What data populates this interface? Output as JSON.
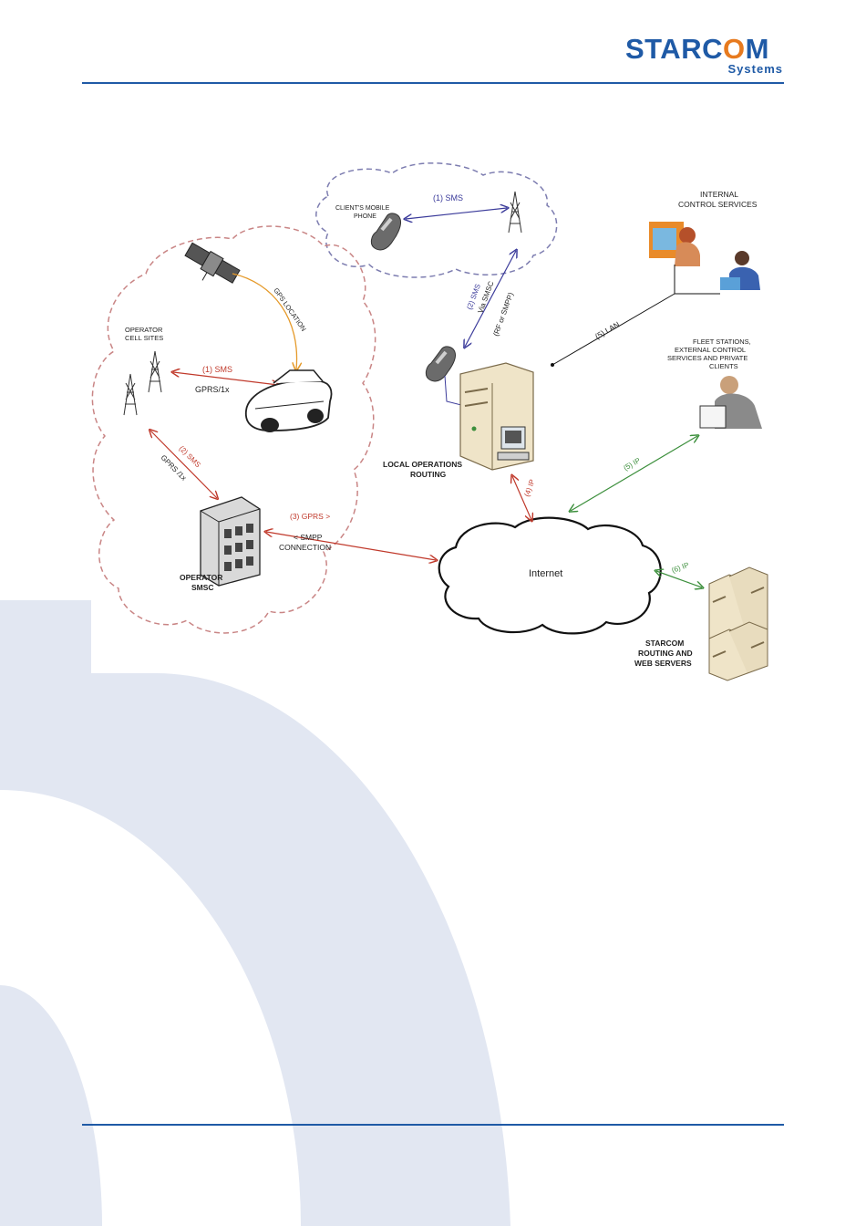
{
  "logo": {
    "brand": "STARCOM",
    "sub": "Systems"
  },
  "colors": {
    "brand_blue": "#1f5aa6",
    "brand_orange": "#e77a1e",
    "bg_arc": "#e2e7f2",
    "sms_red": "#c0392b",
    "sms_blue": "#3a3a9a",
    "ip_green": "#3c8f3c"
  },
  "diagram": {
    "client_mobile_phone": [
      "CLIENT'S MOBILE",
      "PHONE"
    ],
    "link_client_sms": "(1) SMS",
    "internal_control": [
      "INTERNAL",
      "CONTROL SERVICES"
    ],
    "gps_location": "GPS LOCATION",
    "operator_cell_sites": [
      "OPERATOR",
      "CELL SITES"
    ],
    "link_cell_sms": "(1) SMS",
    "link_cell_gprs": "GPRS/1x",
    "link_smsc_via": [
      "(2) SMS",
      "Via SMSC",
      "(RF or SMPP)"
    ],
    "link_lan": "(5) LAN",
    "fleet_stations": [
      "FLEET STATIONS,",
      "EXTERNAL CONTROL",
      "SERVICES  AND PRIVATE",
      "CLIENTS"
    ],
    "local_operations": [
      "LOCAL OPERATIONS",
      "ROUTING"
    ],
    "link_op_sms": "(2) SMS",
    "link_op_gprs": "GPRS /1x",
    "link_local_ip": "(4) IP",
    "link_fleet_ip": "(5) IP",
    "link_gprs": "(3) GPRS >",
    "smpp_connection": [
      "< SMPP",
      "CONNECTION"
    ],
    "operator_smsc": [
      "OPERATOR",
      "SMSC"
    ],
    "internet": "Internet",
    "link_web_ip": "(6) IP",
    "starcom_servers": [
      "STARCOM",
      "ROUTING AND",
      "WEB SERVERS"
    ]
  }
}
